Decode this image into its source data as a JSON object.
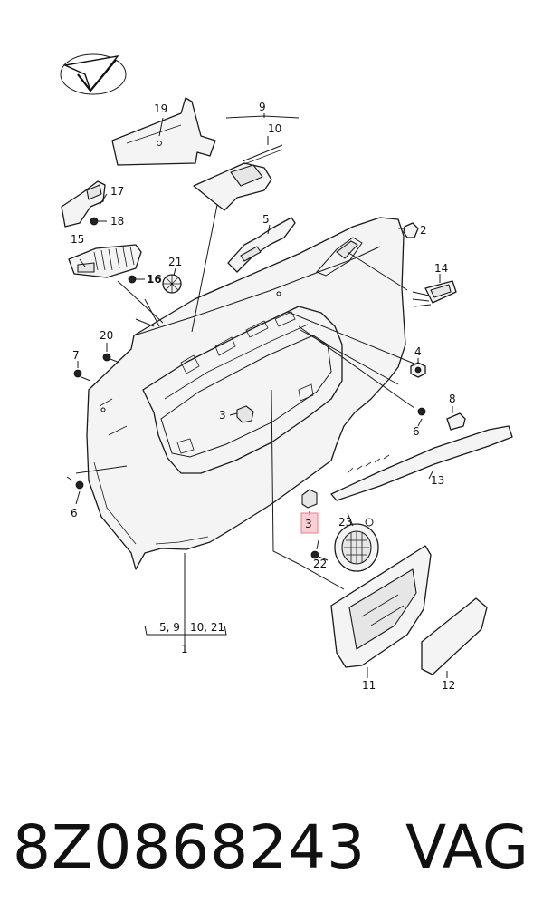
{
  "callouts": {
    "c1": "1",
    "c2": "2",
    "c3a": "3",
    "c3b": "3",
    "c4": "4",
    "c5": "5",
    "c5b": "5, 9",
    "c6a": "6",
    "c6b": "6",
    "c7": "7",
    "c8": "8",
    "c9": "9",
    "c10": "10",
    "c10b": "10, 21",
    "c11": "11",
    "c12": "12",
    "c13": "13",
    "c14": "14",
    "c15": "15",
    "c16": "16",
    "c17": "17",
    "c18": "18",
    "c19": "19",
    "c20": "20",
    "c21": "21",
    "c22": "22",
    "c23": "23"
  },
  "highlight_color": "#f4a7b0",
  "footer": {
    "part_number": "8Z0868243",
    "brand": "VAG"
  }
}
